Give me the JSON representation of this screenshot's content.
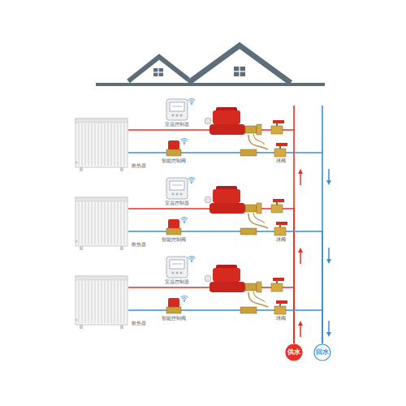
{
  "diagram": {
    "nodes": [
      {
        "text": [
          "散热器"
        ]
      },
      {
        "text": [
          "散热器"
        ]
      },
      {
        "text": [
          "散热器"
        ]
      },
      {
        "text": [
          "供水"
        ]
      },
      {
        "text": [
          "回水"
        ]
      }
    ],
    "edges": [
      {
        "from": 3,
        "to": 0,
        "arrow": "none"
      },
      {
        "from": 3,
        "to": 1,
        "arrow": "none"
      },
      {
        "from": 3,
        "to": 2,
        "arrow": "none"
      },
      {
        "from": 0,
        "to": 4,
        "arrow": "none"
      },
      {
        "from": 1,
        "to": 4,
        "arrow": "none"
      },
      {
        "from": 2,
        "to": 4,
        "arrow": "none"
      }
    ],
    "labels": [
      "室温控制器",
      "智能控制阀",
      "球阀",
      "室温控制器",
      "智能控制阀",
      "球阀",
      "室温控制器",
      "智能控制阀",
      "球阀"
    ]
  }
}
